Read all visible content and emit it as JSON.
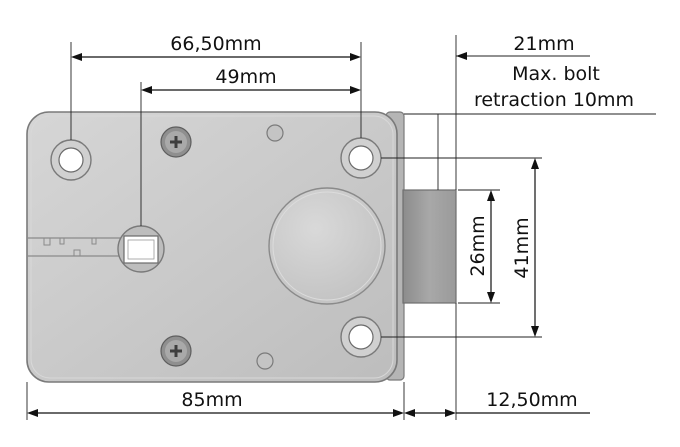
{
  "diagram": {
    "dimensions": {
      "hole_spacing": "66,50mm",
      "key_offset": "49mm",
      "bolt_throw": "21mm",
      "bolt_note_line1": "Max. bolt",
      "bolt_note_line2": "retraction 10mm",
      "bolt_height": "26mm",
      "hole_vertical": "41mm",
      "body_width": "85mm",
      "bolt_projection": "12,50mm"
    },
    "colors": {
      "plate": "#c9c9c9",
      "plate_edge": "#7a7a7a",
      "bolt": "#9e9e9e",
      "dimension": "#111111"
    }
  }
}
